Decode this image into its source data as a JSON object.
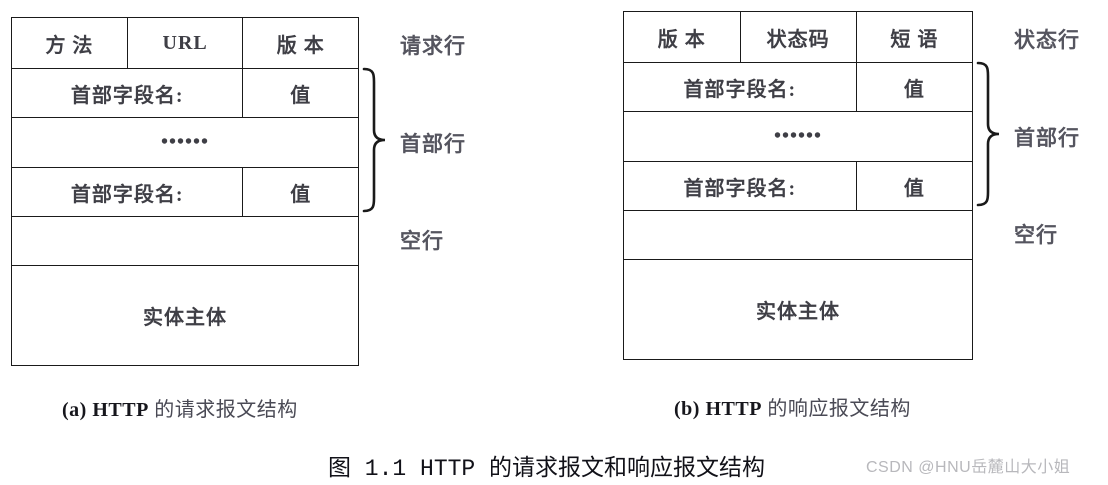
{
  "figure": {
    "caption": "图 1.1 HTTP 的请求报文和响应报文结构",
    "watermark": "CSDN @HNU岳麓山大小姐"
  },
  "panels": [
    {
      "id": "request",
      "subcaption_tag": "(a)",
      "subcaption_proto": "HTTP",
      "subcaption_rest": "的请求报文结构",
      "rows": {
        "start_line": [
          "方 法",
          "URL",
          "版 本"
        ],
        "header_line_1": [
          "首部字段名:",
          "值"
        ],
        "ellipsis": "••••••",
        "header_line_2": [
          "首部字段名:",
          "值"
        ],
        "blank_line": "",
        "entity_body": "实体主体"
      },
      "annotations": {
        "start_line": "请求行",
        "header_lines": "首部行",
        "blank_line": "空行"
      }
    },
    {
      "id": "response",
      "subcaption_tag": "(b)",
      "subcaption_proto": "HTTP",
      "subcaption_rest": "的响应报文结构",
      "rows": {
        "start_line": [
          "版 本",
          "状态码",
          "短 语"
        ],
        "header_line_1": [
          "首部字段名:",
          "值"
        ],
        "ellipsis": "••••••",
        "header_line_2": [
          "首部字段名:",
          "值"
        ],
        "blank_line": "",
        "entity_body": "实体主体"
      },
      "annotations": {
        "start_line": "状态行",
        "header_lines": "首部行",
        "blank_line": "空行"
      }
    }
  ],
  "colors": {
    "border": "#1a1a1a",
    "text": "#3f3f46",
    "annotation": "#55555f",
    "watermark": "#b8b8bc"
  }
}
